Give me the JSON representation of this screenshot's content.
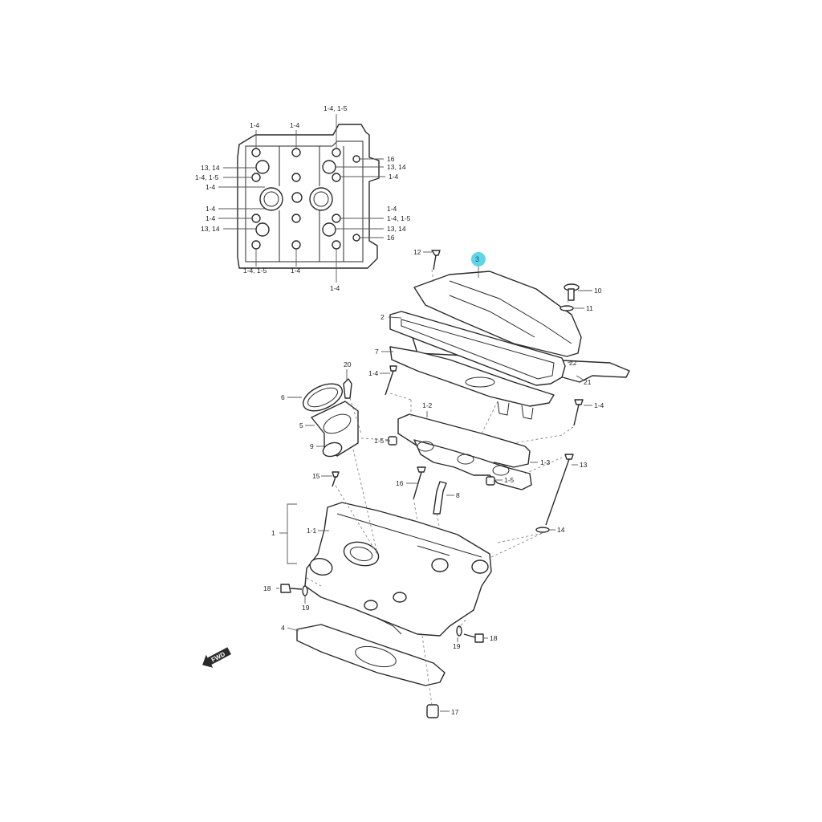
{
  "highlight_color": "#5fd6e8",
  "top_view_labels": {
    "t_1_4_1_5_top": "1-4, 1-5",
    "t_1_4_a": "1-4",
    "t_1_4_b": "1-4",
    "t_16_top": "16",
    "t_13_14_tr": "13, 14",
    "t_1_4_r1": "1-4",
    "t_13_14_tl": "13, 14",
    "t_1_4_1_5_l": "1-4, 1-5",
    "t_1_4_l1": "1-4",
    "t_1_4_l2": "1-4",
    "t_1_4_l3": "1-4",
    "t_13_14_bl": "13, 14",
    "t_1_4_1_5_r": "1-4, 1-5",
    "t_1_4_r2": "1-4",
    "t_13_14_br": "13, 14",
    "t_16_bot": "16",
    "t_1_4_1_5_bot": "1-4, 1-5",
    "t_1_4_bot_mid": "1-4",
    "t_1_4_bot_r": "1-4"
  },
  "callouts": {
    "c1": "1",
    "c1_1": "1-1",
    "c1_2": "1-2",
    "c1_3": "1-3",
    "c1_4_a": "1-4",
    "c1_4_b": "1-4",
    "c1_5_a": "1-5",
    "c1_5_b": "1-5",
    "c2": "2",
    "c3": "3",
    "c4": "4",
    "c5": "5",
    "c6": "6",
    "c7": "7",
    "c8": "8",
    "c9": "9",
    "c10": "10",
    "c11": "11",
    "c12": "12",
    "c13": "13",
    "c14": "14",
    "c15": "15",
    "c16": "16",
    "c17": "17",
    "c18_a": "18",
    "c18_b": "18",
    "c19_a": "19",
    "c19_b": "19",
    "c20": "20",
    "c21": "21",
    "c22": "22"
  },
  "fwd_label": "FWD"
}
